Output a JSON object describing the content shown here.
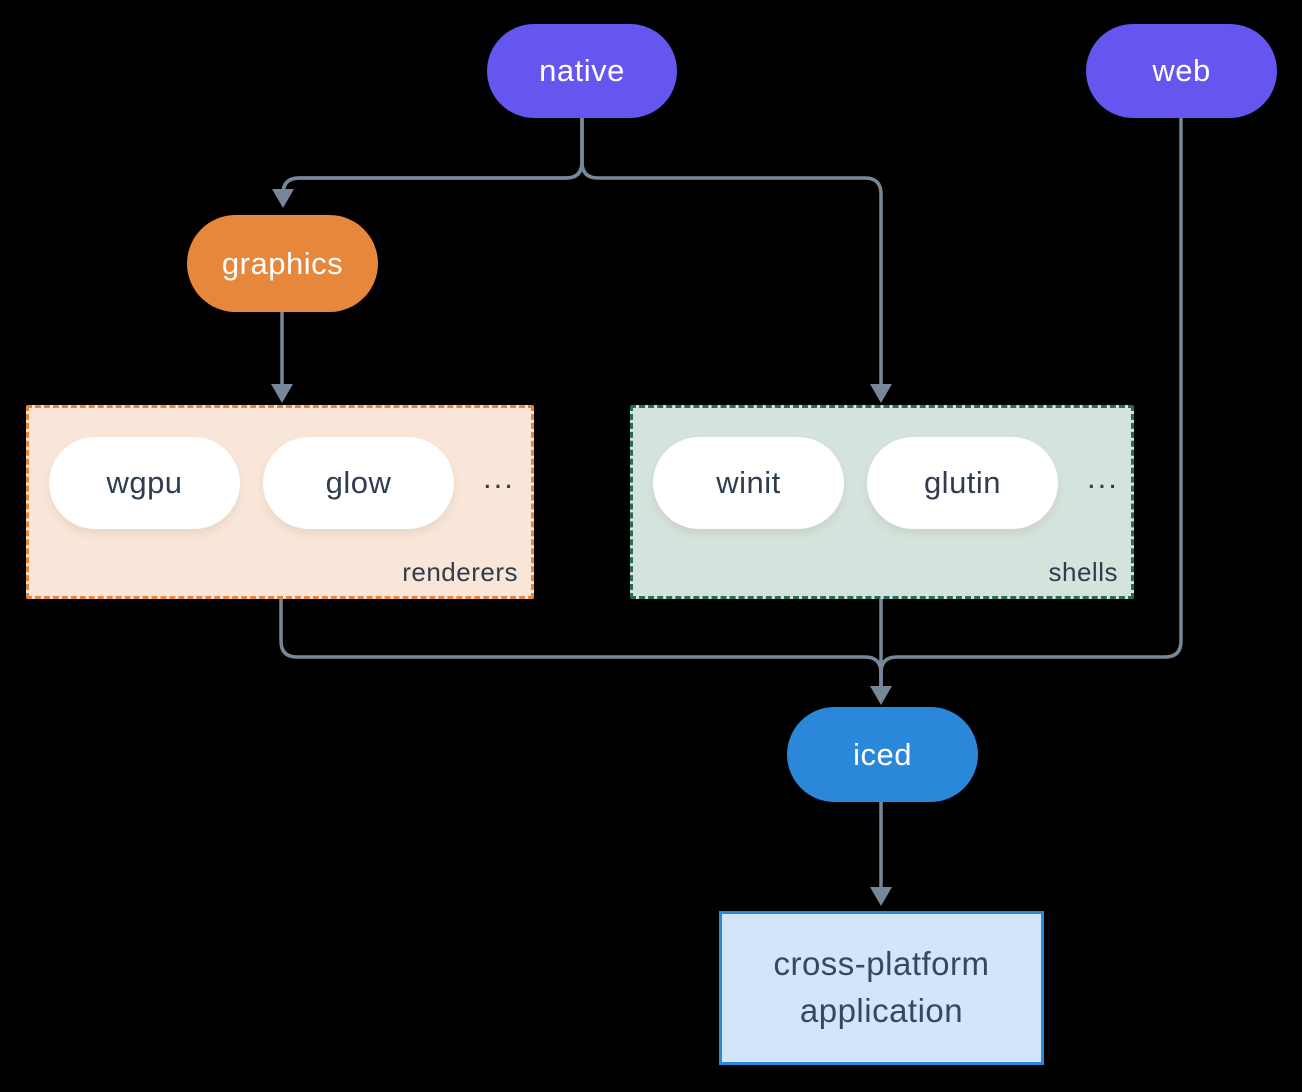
{
  "nodes": {
    "native": "native",
    "web": "web",
    "graphics": "graphics",
    "iced": "iced"
  },
  "groups": {
    "renderers": {
      "label": "renderers",
      "items": [
        "wgpu",
        "glow"
      ],
      "more": "..."
    },
    "shells": {
      "label": "shells",
      "items": [
        "winit",
        "glutin"
      ],
      "more": "..."
    }
  },
  "app": {
    "line1": "cross-platform",
    "line2": "application"
  },
  "colors": {
    "bg": "#000000",
    "purple": "#6456EF",
    "orange": "#E6873C",
    "blue": "#2B87D9",
    "dark": "#2E3E4E",
    "arrow": "#76879A",
    "renderers-fill": "#F9E6D8",
    "renderers-border": "#E6873C",
    "shells-fill": "#D4E3DC",
    "shells-border": "#266B60",
    "app-fill": "#D3E5F8",
    "app-border": "#2B87D9",
    "app-text": "#36485C"
  }
}
